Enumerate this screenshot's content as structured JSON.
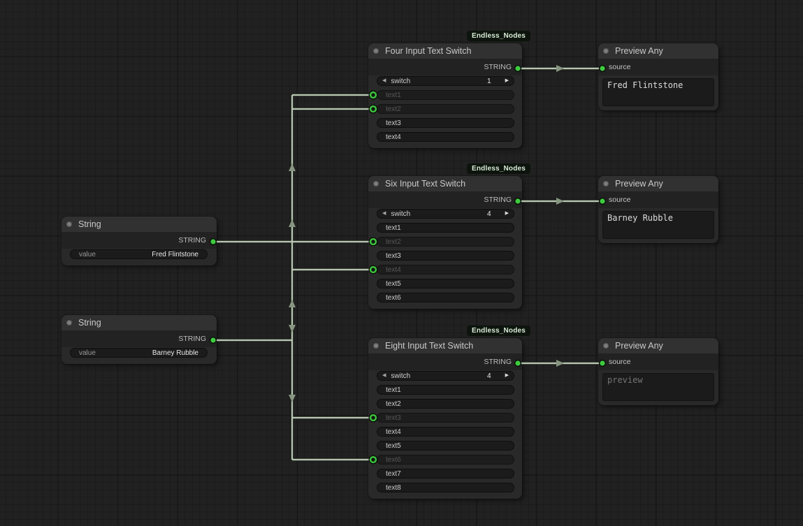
{
  "badge": {
    "label": "Endless_Nodes"
  },
  "colors": {
    "accent_green": "#3ecb3e",
    "wire": "#b7c5b0",
    "arrow": "#879680",
    "canvas_bg": "#212121",
    "node_title_bg": "#313131",
    "node_body_bg": "#292929",
    "badge_bg": "#0d140d"
  },
  "nodes": {
    "string1": {
      "title": "String",
      "out_label": "STRING",
      "widget": {
        "label": "value",
        "value": "Fred Flintstone"
      }
    },
    "string2": {
      "title": "String",
      "out_label": "STRING",
      "widget": {
        "label": "value",
        "value": "Barney Rubble"
      }
    },
    "four": {
      "badge": "Endless_Nodes",
      "title": "Four Input Text Switch",
      "out_label": "STRING",
      "switch": {
        "prev_icon": "◀",
        "label": "switch",
        "value": "1",
        "next_icon": "▶"
      },
      "rows": [
        {
          "label": "text1",
          "connected": true
        },
        {
          "label": "text2",
          "connected": true
        },
        {
          "label": "text3",
          "connected": false
        },
        {
          "label": "text4",
          "connected": false
        }
      ]
    },
    "six": {
      "badge": "Endless_Nodes",
      "title": "Six Input Text Switch",
      "out_label": "STRING",
      "switch": {
        "prev_icon": "◀",
        "label": "switch",
        "value": "4",
        "next_icon": "▶"
      },
      "rows": [
        {
          "label": "text1",
          "connected": false
        },
        {
          "label": "text2",
          "connected": true
        },
        {
          "label": "text3",
          "connected": false
        },
        {
          "label": "text4",
          "connected": true
        },
        {
          "label": "text5",
          "connected": false
        },
        {
          "label": "text6",
          "connected": false
        }
      ]
    },
    "eight": {
      "badge": "Endless_Nodes",
      "title": "Eight Input Text Switch",
      "out_label": "STRING",
      "switch": {
        "prev_icon": "◀",
        "label": "switch",
        "value": "4",
        "next_icon": "▶"
      },
      "rows": [
        {
          "label": "text1",
          "connected": false
        },
        {
          "label": "text2",
          "connected": false
        },
        {
          "label": "text3",
          "connected": true
        },
        {
          "label": "text4",
          "connected": false
        },
        {
          "label": "text5",
          "connected": false
        },
        {
          "label": "text6",
          "connected": true
        },
        {
          "label": "text7",
          "connected": false
        },
        {
          "label": "text8",
          "connected": false
        }
      ]
    },
    "preview1": {
      "title": "Preview Any",
      "in_label": "source",
      "text": "Fred Flintstone"
    },
    "preview2": {
      "title": "Preview Any",
      "in_label": "source",
      "text": "Barney Rubble"
    },
    "preview3": {
      "title": "Preview Any",
      "in_label": "source",
      "text": "preview",
      "placeholder": true
    }
  },
  "connections": [
    {
      "from": "string1.STRING",
      "to": "four.text1"
    },
    {
      "from": "string1.STRING",
      "to": "four.text2"
    },
    {
      "from": "string1.STRING",
      "to": "six.text2"
    },
    {
      "from": "string2.STRING",
      "to": "six.text4"
    },
    {
      "from": "string2.STRING",
      "to": "eight.text3"
    },
    {
      "from": "string2.STRING",
      "to": "eight.text6"
    },
    {
      "from": "four.STRING",
      "to": "preview1.source"
    },
    {
      "from": "six.STRING",
      "to": "preview2.source"
    },
    {
      "from": "eight.STRING",
      "to": "preview3.source"
    }
  ]
}
